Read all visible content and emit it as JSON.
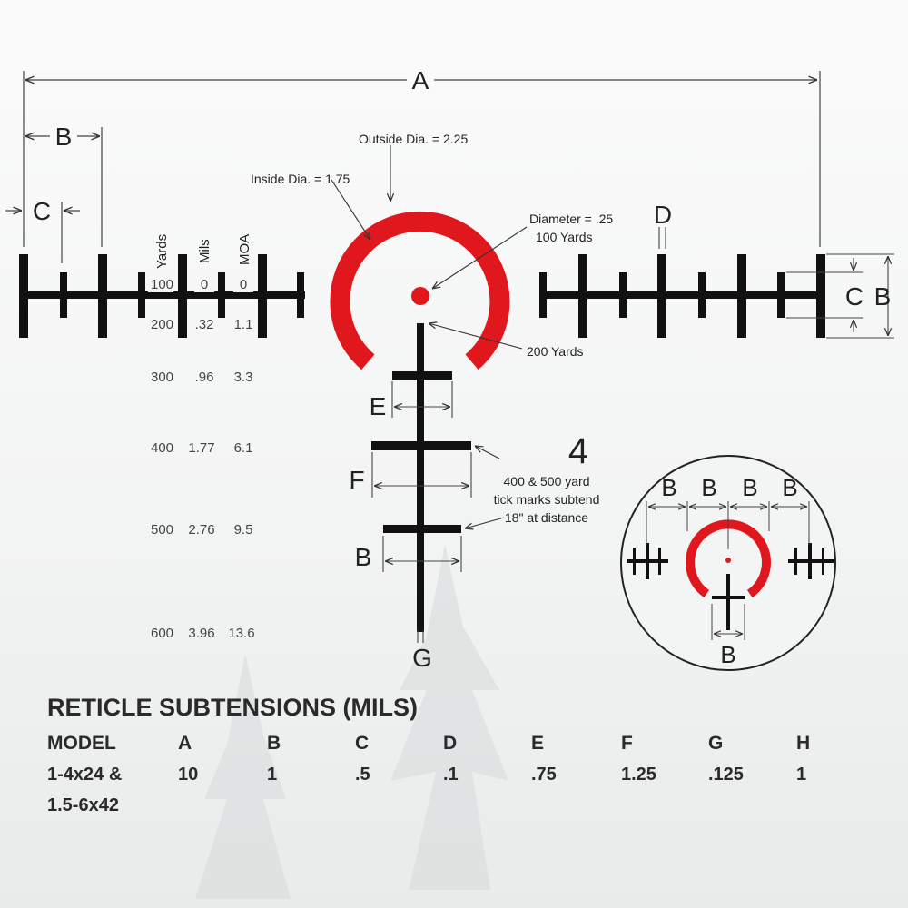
{
  "dimension_labels": {
    "a": "A",
    "b": "B",
    "c": "C",
    "d": "D",
    "e": "E",
    "f": "F",
    "g": "G",
    "big_number": "4"
  },
  "column_headers": {
    "yards": "Yards",
    "mils": "Mils",
    "moa": "MOA"
  },
  "range_rows": [
    {
      "yards": "100",
      "mils": "0",
      "moa": "0"
    },
    {
      "yards": "200",
      "mils": ".32",
      "moa": "1.1"
    },
    {
      "yards": "300",
      "mils": ".96",
      "moa": "3.3"
    },
    {
      "yards": "400",
      "mils": "1.77",
      "moa": "6.1"
    },
    {
      "yards": "500",
      "mils": "2.76",
      "moa": "9.5"
    },
    {
      "yards": "600",
      "mils": "3.96",
      "moa": "13.6"
    }
  ],
  "annotations": {
    "outside_dia": "Outside Dia. = 2.25",
    "inside_dia": "Inside Dia. = 1.75",
    "dot_diameter_1": "Diameter = .25",
    "dot_diameter_2": "100 Yards",
    "yards_200": "200 Yards",
    "tick_note_1": "400 & 500 yard",
    "tick_note_2": "tick marks subtend",
    "tick_note_3": "18\" at distance"
  },
  "table": {
    "title": "RETICLE SUBTENSIONS (MILS)",
    "headers": [
      "MODEL",
      "A",
      "B",
      "C",
      "D",
      "E",
      "F",
      "G",
      "H"
    ],
    "row_model_line1": "1-4x24 &",
    "row_model_line2": "1.5-6x42",
    "values": [
      "10",
      "1",
      ".5",
      ".1",
      ".75",
      "1.25",
      ".125",
      "1"
    ]
  },
  "colors": {
    "reticle": "#111111",
    "ring": "#e0181e",
    "text": "#222222"
  }
}
